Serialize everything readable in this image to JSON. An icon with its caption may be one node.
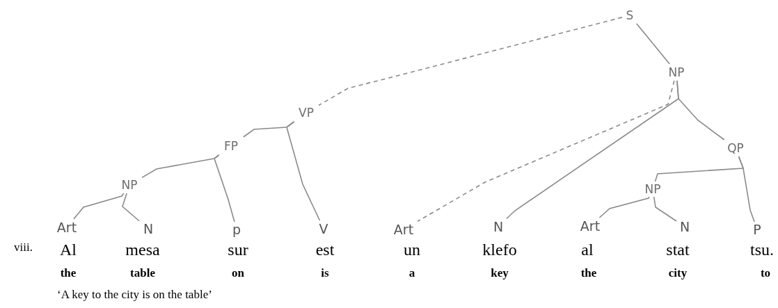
{
  "diagram": {
    "nodes": [
      {
        "text": [
          "S"
        ]
      },
      {
        "text": [
          "NP"
        ]
      },
      {
        "text": [
          "VP"
        ]
      },
      {
        "text": [
          "FP"
        ]
      },
      {
        "text": [
          "NP"
        ]
      },
      {
        "text": [
          "QP"
        ]
      },
      {
        "text": [
          "NP"
        ]
      },
      {
        "text": [
          "Art"
        ]
      },
      {
        "text": [
          "N"
        ]
      },
      {
        "text": [
          "p"
        ]
      },
      {
        "text": [
          "V"
        ]
      },
      {
        "text": [
          "Art"
        ]
      },
      {
        "text": [
          "N"
        ]
      },
      {
        "text": [
          "Art"
        ]
      },
      {
        "text": [
          "N"
        ]
      },
      {
        "text": [
          "P"
        ]
      }
    ],
    "edges": [
      {
        "from": 0,
        "to": 2,
        "arrow": "none",
        "style": "dashed"
      },
      {
        "from": 0,
        "to": 1,
        "arrow": "none"
      },
      {
        "from": 2,
        "to": 3,
        "arrow": "none"
      },
      {
        "from": 2,
        "to": 10,
        "arrow": "none"
      },
      {
        "from": 3,
        "to": 4,
        "arrow": "none"
      },
      {
        "from": 3,
        "to": 9,
        "arrow": "none"
      },
      {
        "from": 4,
        "to": 7,
        "arrow": "none"
      },
      {
        "from": 4,
        "to": 8,
        "arrow": "none"
      },
      {
        "from": 1,
        "to": 11,
        "arrow": "none",
        "style": "dashed"
      },
      {
        "from": 1,
        "to": 12,
        "arrow": "none"
      },
      {
        "from": 1,
        "to": 5,
        "arrow": "none"
      },
      {
        "from": 5,
        "to": 6,
        "arrow": "none"
      },
      {
        "from": 5,
        "to": 15,
        "arrow": "none"
      },
      {
        "from": 6,
        "to": 13,
        "arrow": "none"
      },
      {
        "from": 6,
        "to": 14,
        "arrow": "none"
      }
    ],
    "labels": [
      "viii.",
      "Al",
      "mesa",
      "sur",
      "est",
      "un",
      "klefo",
      "al",
      "stat",
      "tsu.",
      "the",
      "table",
      "on",
      "is",
      "a",
      "key",
      "the",
      "city",
      "to",
      "‘A key to the city is on the table’"
    ]
  }
}
